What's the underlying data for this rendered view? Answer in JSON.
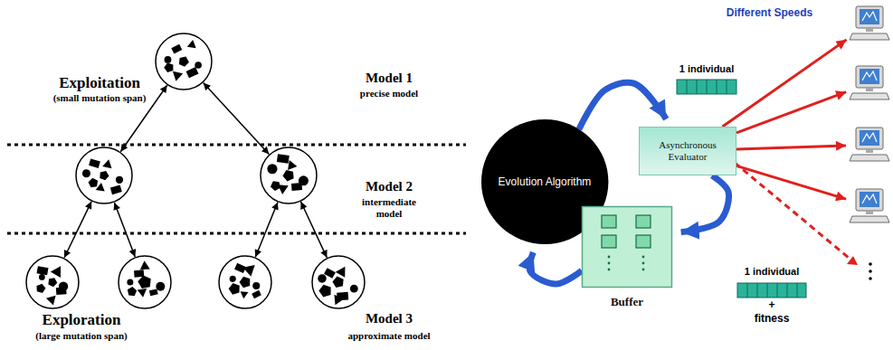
{
  "diagram": {
    "nodes": [
      {
        "text": []
      },
      {
        "text": []
      },
      {
        "text": []
      },
      {
        "text": []
      },
      {
        "text": []
      },
      {
        "text": []
      },
      {
        "text": []
      },
      {
        "text": [
          "Evolution Algorithm"
        ]
      },
      {
        "text": [
          "Asynchronous Evaluator"
        ]
      },
      {
        "text": [
          "Buffer"
        ]
      },
      {
        "text": []
      },
      {
        "text": []
      },
      {
        "text": []
      },
      {
        "text": []
      }
    ],
    "edges": [
      {
        "from": 0,
        "to": 1,
        "arrow": "both"
      },
      {
        "from": 0,
        "to": 2,
        "arrow": "both"
      },
      {
        "from": 1,
        "to": 3,
        "arrow": "both"
      },
      {
        "from": 1,
        "to": 4,
        "arrow": "both"
      },
      {
        "from": 2,
        "to": 5,
        "arrow": "both"
      },
      {
        "from": 2,
        "to": 6,
        "arrow": "both"
      },
      {
        "from": 7,
        "to": 8,
        "arrow": "to"
      },
      {
        "from": 8,
        "to": 9,
        "arrow": "to"
      },
      {
        "from": 9,
        "to": 7,
        "arrow": "to"
      },
      {
        "from": 8,
        "to": 10,
        "arrow": "to"
      },
      {
        "from": 8,
        "to": 11,
        "arrow": "to"
      },
      {
        "from": 8,
        "to": 12,
        "arrow": "to"
      },
      {
        "from": 8,
        "to": 13,
        "arrow": "to"
      }
    ],
    "labels": [
      "Exploitation",
      "(small mutation span)",
      "Model 1",
      "precise model",
      "Model 2",
      "intermediate model",
      "Exploration",
      "(large mutation span)",
      "Model 3",
      "approximate model",
      "1 individual",
      "Different Speeds",
      "1 individual",
      "+",
      "fitness"
    ]
  }
}
